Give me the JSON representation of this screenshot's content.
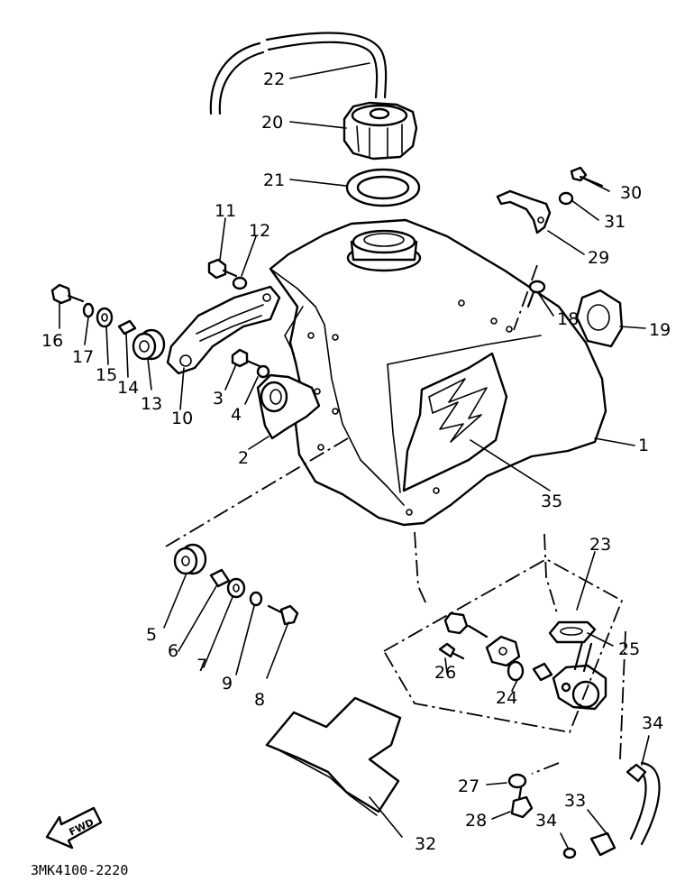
{
  "diagram": {
    "labels": {
      "p1": "1",
      "p2": "2",
      "p3": "3",
      "p4": "4",
      "p5": "5",
      "p6": "6",
      "p7": "7",
      "p8": "8",
      "p9": "9",
      "p10": "10",
      "p11": "11",
      "p12": "12",
      "p13": "13",
      "p14": "14",
      "p15": "15",
      "p16": "16",
      "p17": "17",
      "p18": "18",
      "p19": "19",
      "p20": "20",
      "p21": "21",
      "p22": "22",
      "p23": "23",
      "p24": "24",
      "p25": "25",
      "p26": "26",
      "p27": "27",
      "p28": "28",
      "p29": "29",
      "p30": "30",
      "p31": "31",
      "p32": "32",
      "p33": "33",
      "p34a": "34",
      "p34b": "34",
      "p35": "35"
    },
    "fwd_badge": "FWD",
    "drawing_code": "3MK4100-2220"
  }
}
